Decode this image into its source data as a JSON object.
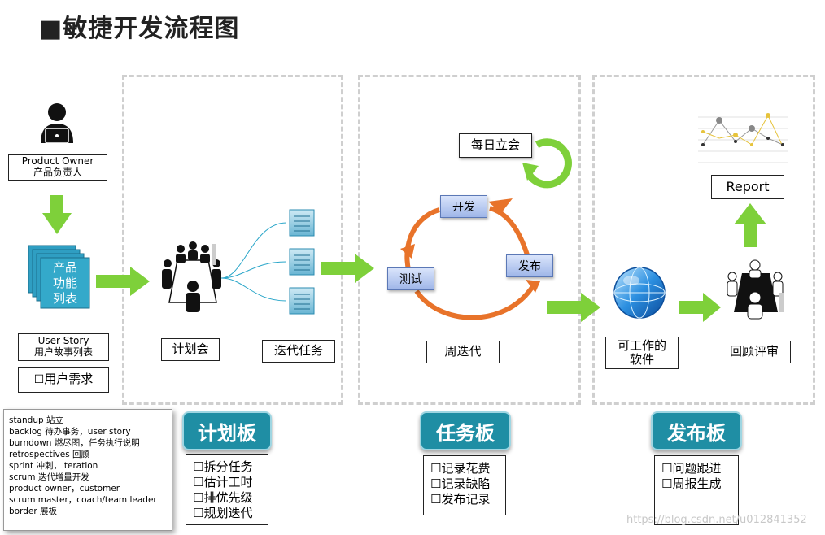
{
  "title": "■敏捷开发流程图",
  "product_owner": {
    "line1": "Product Owner",
    "line2": "产品负责人"
  },
  "backlog": {
    "line1": "产品",
    "line2": "功能",
    "line3": "列表"
  },
  "user_story": {
    "line1": "User Story",
    "line2": "用户故事列表"
  },
  "user_needs": "用户需求",
  "planning_meeting": "计划会",
  "iteration_tasks": "迭代任务",
  "daily_standup": "每日立会",
  "cycle": {
    "develop": "开发",
    "release": "发布",
    "test": "测试"
  },
  "weekly_iteration": "周迭代",
  "working_software": {
    "line1": "可工作的",
    "line2": "软件"
  },
  "report": "Report",
  "review": "回顾评审",
  "glossary": [
    "standup 站立",
    "backlog 待办事务，user story",
    "burndown 燃尽图，任务执行说明",
    "retrospectives 回顾",
    "sprint 冲刺，iteration",
    "scrum 迭代增量开发",
    "product owner，customer",
    "scrum master，coach/team leader",
    "border 展板"
  ],
  "boards": [
    {
      "title": "计划板",
      "items": [
        "拆分任务",
        "估计工时",
        "排优先级",
        "规划迭代"
      ]
    },
    {
      "title": "任务板",
      "items": [
        "记录花费",
        "记录缺陷",
        "发布记录"
      ]
    },
    {
      "title": "发布板",
      "items": [
        "问题跟进",
        "周报生成"
      ]
    }
  ],
  "checkbox_glyph": "☐",
  "watermark": "https://blog.csdn.net/u012841352",
  "colors": {
    "arrow_green": "#7ed03a",
    "board_teal": "#1f8ea4",
    "cycle_orange": "#e8732a",
    "panel_dash": "#cfcfcf"
  }
}
